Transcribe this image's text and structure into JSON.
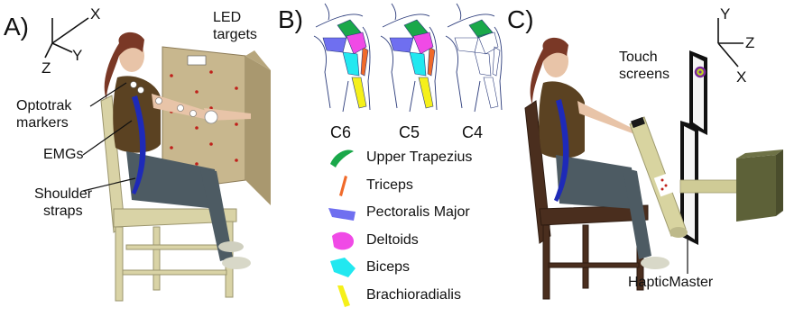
{
  "panel_a": {
    "label": "A)",
    "axes": {
      "x": "X",
      "y": "Y",
      "z": "Z"
    },
    "led_label_line1": "LED",
    "led_label_line2": "targets",
    "optotrak_line1": "Optotrak",
    "optotrak_line2": "markers",
    "emgs": "EMGs",
    "shoulder_line1": "Shoulder",
    "shoulder_line2": "straps"
  },
  "panel_b": {
    "label": "B)",
    "conditions": [
      "C6",
      "C5",
      "C4"
    ],
    "legend": [
      {
        "name": "Upper Trapezius",
        "color": "#1aa84a"
      },
      {
        "name": "Triceps",
        "color": "#f06a2a"
      },
      {
        "name": "Pectoralis Major",
        "color": "#6f6ff0"
      },
      {
        "name": "Deltoids",
        "color": "#f04ae6"
      },
      {
        "name": "Biceps",
        "color": "#22e8f0"
      },
      {
        "name": "Brachioradialis",
        "color": "#f5f01a"
      }
    ]
  },
  "panel_c": {
    "label": "C)",
    "axes": {
      "x": "X",
      "y": "Y",
      "z": "Z"
    },
    "touch_line1": "Touch",
    "touch_line2": "screens",
    "hapticmaster": "HapticMaster"
  }
}
